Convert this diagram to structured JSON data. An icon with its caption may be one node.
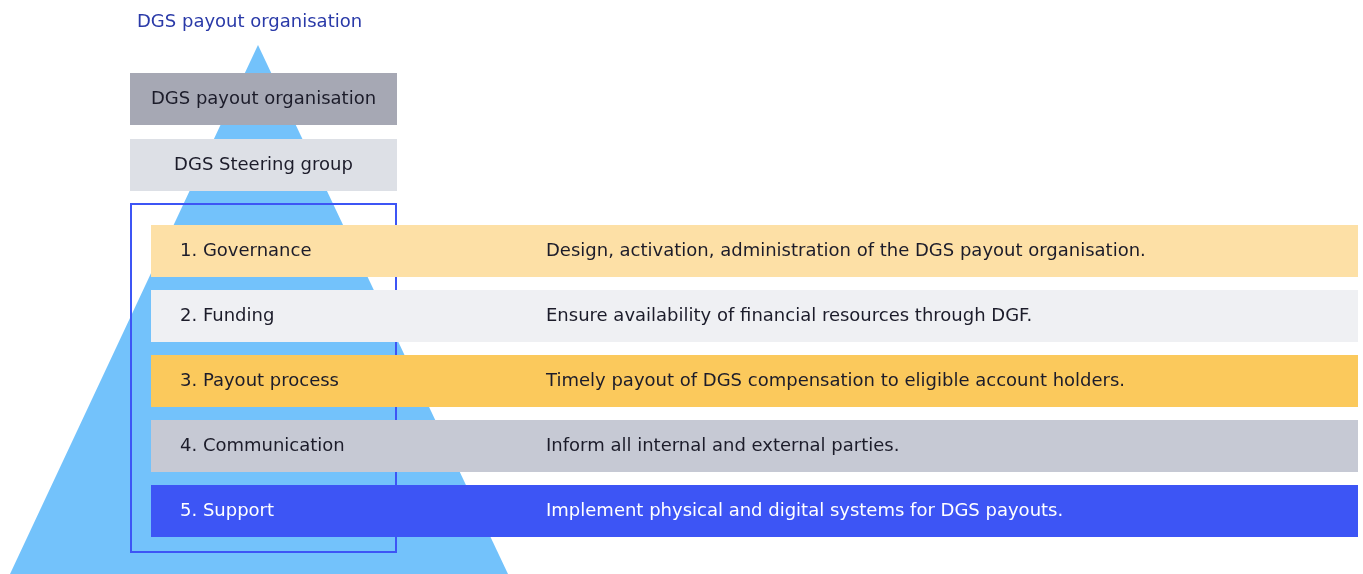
{
  "diagram": {
    "title": "DGS payout organisation",
    "nodes": [
      {
        "text": [
          "DGS payout organisation"
        ]
      },
      {
        "text": [
          "DGS Steering group"
        ]
      },
      {
        "text": [
          "1. Governance",
          "Design, activation, administration of the DGS payout organisation."
        ]
      },
      {
        "text": [
          "2. Funding",
          "Ensure availability of financial resources through DGF."
        ]
      },
      {
        "text": [
          "3. Payout process",
          "Timely payout of DGS compensation to eligible account holders."
        ]
      },
      {
        "text": [
          "4. Communication",
          "Inform all internal and external parties."
        ]
      },
      {
        "text": [
          "5. Support",
          "Implement physical and digital systems for DGS payouts."
        ]
      }
    ]
  }
}
